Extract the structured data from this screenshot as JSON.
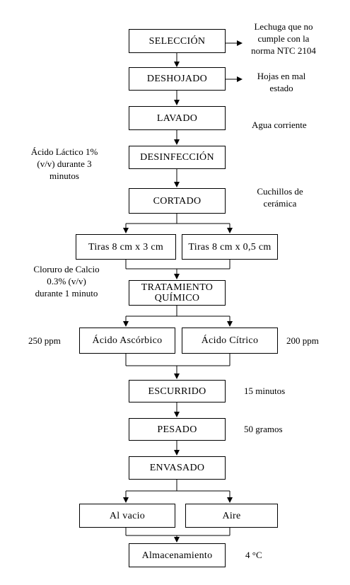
{
  "steps": {
    "seleccion": "SELECCIÓN",
    "deshojado": "DESHOJADO",
    "lavado": "LAVADO",
    "desinfeccion": "DESINFECCIÓN",
    "cortado": "CORTADO",
    "tiras_a": "Tiras 8 cm x 3 cm",
    "tiras_b": "Tiras 8 cm x 0,5 cm",
    "tratamiento_l1": "TRATAMIENTO",
    "tratamiento_l2": "QUÍMICO",
    "ascorbico": "Ácido Ascórbico",
    "citrico": "Ácido Cítrico",
    "escurrido": "ESCURRIDO",
    "pesado": "PESADO",
    "envasado": "ENVASADO",
    "vacio": "Al vacio",
    "aire": "Aire",
    "almacenamiento": "Almacenamiento"
  },
  "notes": {
    "seleccion_l1": "Lechuga que no",
    "seleccion_l2": "cumple con la",
    "seleccion_l3": "norma NTC  2104",
    "deshojado_l1": "Hojas en mal",
    "deshojado_l2": "estado",
    "lavado": "Agua corriente",
    "desinf_l1": "Ácido Láctico 1%",
    "desinf_l2": "(v/v) durante 3",
    "desinf_l3": "minutos",
    "cortado_l1": "Cuchillos de",
    "cortado_l2": "cerámica",
    "tratam_l1": "Cloruro de Calcio",
    "tratam_l2": "0.3% (v/v)",
    "tratam_l3": "durante 1 minuto",
    "ppm_left": "250 ppm",
    "ppm_right": "200 ppm",
    "escurrido": "15 minutos",
    "pesado": "50 gramos",
    "almacen": "4 °C"
  }
}
